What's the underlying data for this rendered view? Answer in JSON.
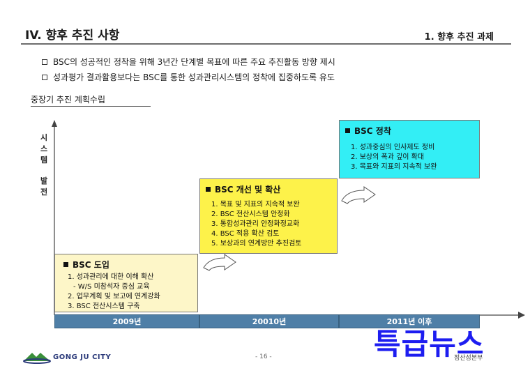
{
  "header": {
    "title": "IV.  향후 추진 사항",
    "section": "1. 향후 추진 과제"
  },
  "bullets": [
    "BSC의 성공적인 정착을 위해 3년간 단계별 목표에 따른 주요 추진활동 방향 제시",
    "성과평가 결과활용보다는 BSC를  통한 성과관리시스템의 정착에 집중하도록 유도"
  ],
  "subheading": "중장기 추진 계획수립",
  "axis_label": [
    "시",
    "스",
    "템",
    "",
    "발",
    "전"
  ],
  "stages": [
    {
      "title": "BSC 도입",
      "items": [
        "1. 성과관리에 대한 이해 확산",
        "  - W/S 미참석자 중심 교육",
        "2. 업무계획 및 보고에 연계강화",
        "3. BSC 전산시스템 구축"
      ],
      "color": "#fdf6c8"
    },
    {
      "title": "BSC 개선 및 확산",
      "items": [
        "1. 목표 및 지표의 지속적 보완",
        "2. BSC 전산시스템 안정화",
        "3. 통합성과관리 안정화정교화",
        "4. BSC 적용 확산 검토",
        "5. 보상과의 연계방안 추진검토"
      ],
      "color": "#fdf24a"
    },
    {
      "title": "BSC 정착",
      "items": [
        "1. 성과중심의 인사제도 정비",
        "2. 보상의 폭과 깊이 확대",
        "3. 목표와 지표의 지속적 보완"
      ],
      "color": "#33eef5"
    }
  ],
  "timeline": [
    "2009년",
    "20010년",
    "2011년 이후"
  ],
  "footer": {
    "logo_text": "GONG JU CITY",
    "page": "- 16 -",
    "dept": "정산성본부",
    "watermark": "특급뉴스"
  }
}
